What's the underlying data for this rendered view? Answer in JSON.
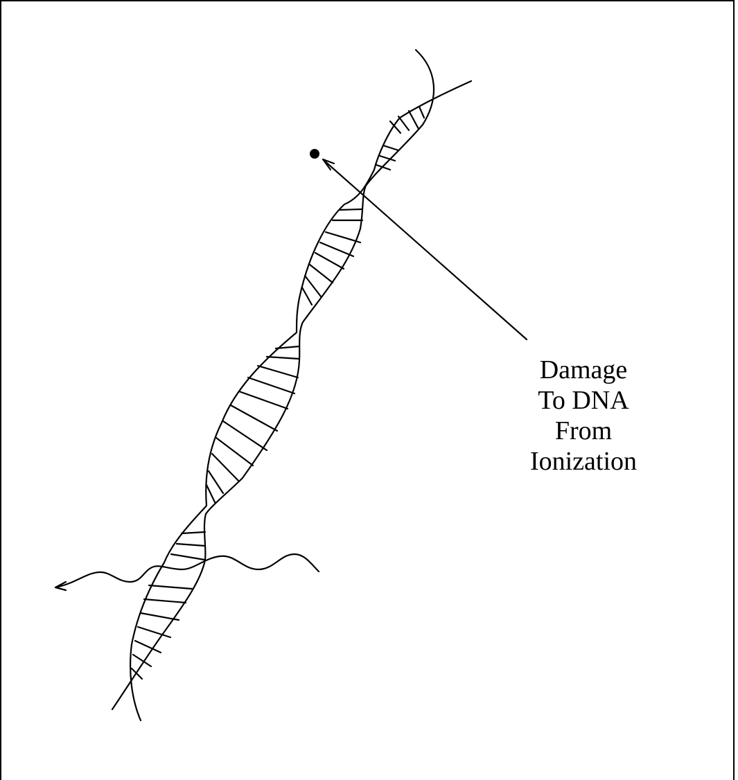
{
  "diagram": {
    "label_lines": [
      "Damage",
      "To DNA",
      "From",
      "Ionization"
    ]
  },
  "colors": {
    "ink": "#000000",
    "background": "#ffffff"
  }
}
